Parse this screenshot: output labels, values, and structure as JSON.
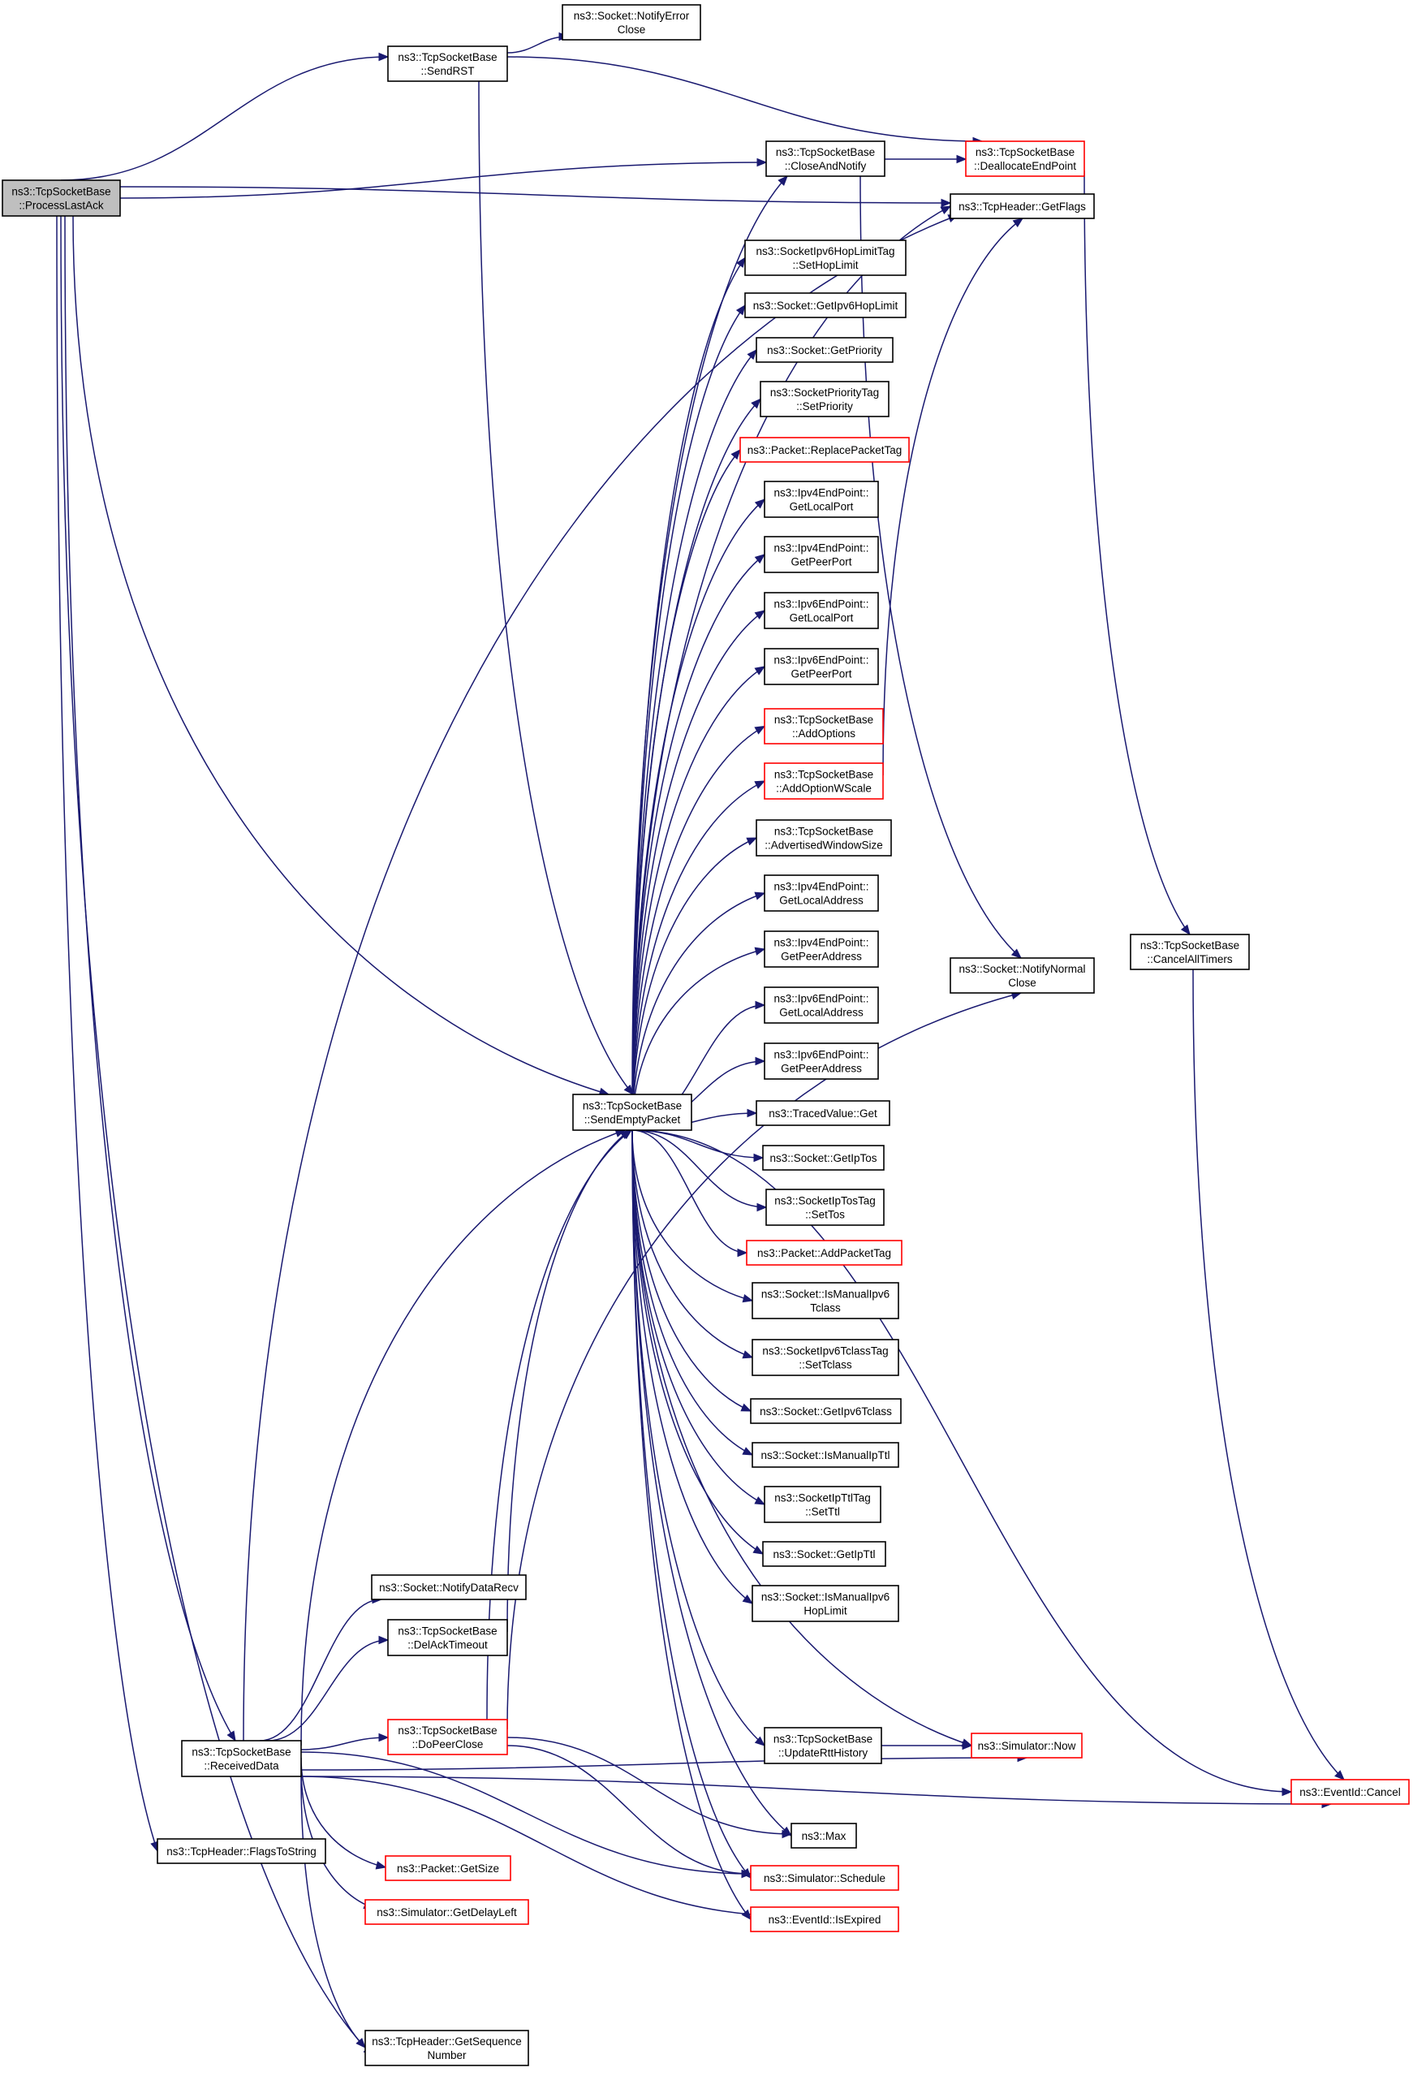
{
  "colors": {
    "edge": "#191970",
    "node_border": "#000000",
    "node_border_truncated": "#ff0000",
    "focus_fill": "#bfbfbf",
    "node_fill": "#ffffff"
  },
  "nodes": [
    {
      "id": "process_last_ack",
      "lines": [
        "ns3::TcpSocketBase",
        "::ProcessLastAck"
      ],
      "style": "focus"
    },
    {
      "id": "send_rst",
      "lines": [
        "ns3::TcpSocketBase",
        "::SendRST"
      ],
      "style": "normal"
    },
    {
      "id": "notify_error_close",
      "lines": [
        "ns3::Socket::NotifyError",
        "Close"
      ],
      "style": "normal"
    },
    {
      "id": "deallocate_end_point",
      "lines": [
        "ns3::TcpSocketBase",
        "::DeallocateEndPoint"
      ],
      "style": "truncated"
    },
    {
      "id": "close_and_notify",
      "lines": [
        "ns3::TcpSocketBase",
        "::CloseAndNotify"
      ],
      "style": "normal"
    },
    {
      "id": "tcp_header_get_flags",
      "lines": [
        "ns3::TcpHeader::GetFlags"
      ],
      "style": "normal"
    },
    {
      "id": "set_hop_limit",
      "lines": [
        "ns3::SocketIpv6HopLimitTag",
        "::SetHopLimit"
      ],
      "style": "normal"
    },
    {
      "id": "get_ipv6_hop_limit",
      "lines": [
        "ns3::Socket::GetIpv6HopLimit"
      ],
      "style": "normal"
    },
    {
      "id": "get_priority",
      "lines": [
        "ns3::Socket::GetPriority"
      ],
      "style": "normal"
    },
    {
      "id": "priority_tag_set_priority",
      "lines": [
        "ns3::SocketPriorityTag",
        "::SetPriority"
      ],
      "style": "normal"
    },
    {
      "id": "replace_packet_tag",
      "lines": [
        "ns3::Packet::ReplacePacketTag"
      ],
      "style": "truncated"
    },
    {
      "id": "ipv4_get_local_port",
      "lines": [
        "ns3::Ipv4EndPoint::",
        "GetLocalPort"
      ],
      "style": "normal"
    },
    {
      "id": "ipv4_get_peer_port",
      "lines": [
        "ns3::Ipv4EndPoint::",
        "GetPeerPort"
      ],
      "style": "normal"
    },
    {
      "id": "ipv6_get_local_port",
      "lines": [
        "ns3::Ipv6EndPoint::",
        "GetLocalPort"
      ],
      "style": "normal"
    },
    {
      "id": "ipv6_get_peer_port",
      "lines": [
        "ns3::Ipv6EndPoint::",
        "GetPeerPort"
      ],
      "style": "normal"
    },
    {
      "id": "add_options",
      "lines": [
        "ns3::TcpSocketBase",
        "::AddOptions"
      ],
      "style": "truncated"
    },
    {
      "id": "add_option_wscale",
      "lines": [
        "ns3::TcpSocketBase",
        "::AddOptionWScale"
      ],
      "style": "truncated"
    },
    {
      "id": "advertised_window_size",
      "lines": [
        "ns3::TcpSocketBase",
        "::AdvertisedWindowSize"
      ],
      "style": "normal"
    },
    {
      "id": "ipv4_get_local_address",
      "lines": [
        "ns3::Ipv4EndPoint::",
        "GetLocalAddress"
      ],
      "style": "normal"
    },
    {
      "id": "ipv4_get_peer_address",
      "lines": [
        "ns3::Ipv4EndPoint::",
        "GetPeerAddress"
      ],
      "style": "normal"
    },
    {
      "id": "ipv6_get_local_address",
      "lines": [
        "ns3::Ipv6EndPoint::",
        "GetLocalAddress"
      ],
      "style": "normal"
    },
    {
      "id": "ipv6_get_peer_address",
      "lines": [
        "ns3::Ipv6EndPoint::",
        "GetPeerAddress"
      ],
      "style": "normal"
    },
    {
      "id": "send_empty_packet",
      "lines": [
        "ns3::TcpSocketBase",
        "::SendEmptyPacket"
      ],
      "style": "normal"
    },
    {
      "id": "traced_value_get",
      "lines": [
        "ns3::TracedValue::Get"
      ],
      "style": "normal"
    },
    {
      "id": "get_ip_tos",
      "lines": [
        "ns3::Socket::GetIpTos"
      ],
      "style": "normal"
    },
    {
      "id": "ip_tos_tag_set_tos",
      "lines": [
        "ns3::SocketIpTosTag",
        "::SetTos"
      ],
      "style": "normal"
    },
    {
      "id": "add_packet_tag",
      "lines": [
        "ns3::Packet::AddPacketTag"
      ],
      "style": "truncated"
    },
    {
      "id": "is_manual_ipv6_tclass",
      "lines": [
        "ns3::Socket::IsManualIpv6",
        "Tclass"
      ],
      "style": "normal"
    },
    {
      "id": "tclass_tag_set_tclass",
      "lines": [
        "ns3::SocketIpv6TclassTag",
        "::SetTclass"
      ],
      "style": "normal"
    },
    {
      "id": "get_ipv6_tclass",
      "lines": [
        "ns3::Socket::GetIpv6Tclass"
      ],
      "style": "normal"
    },
    {
      "id": "is_manual_ip_ttl",
      "lines": [
        "ns3::Socket::IsManualIpTtl"
      ],
      "style": "normal"
    },
    {
      "id": "ip_ttl_tag_set_ttl",
      "lines": [
        "ns3::SocketIpTtlTag",
        "::SetTtl"
      ],
      "style": "normal"
    },
    {
      "id": "get_ip_ttl",
      "lines": [
        "ns3::Socket::GetIpTtl"
      ],
      "style": "normal"
    },
    {
      "id": "is_manual_ipv6_hop_limit",
      "lines": [
        "ns3::Socket::IsManualIpv6",
        "HopLimit"
      ],
      "style": "normal"
    },
    {
      "id": "notify_normal_close",
      "lines": [
        "ns3::Socket::NotifyNormal",
        "Close"
      ],
      "style": "normal"
    },
    {
      "id": "cancel_all_timers",
      "lines": [
        "ns3::TcpSocketBase",
        "::CancelAllTimers"
      ],
      "style": "normal"
    },
    {
      "id": "notify_data_recv",
      "lines": [
        "ns3::Socket::NotifyDataRecv"
      ],
      "style": "normal"
    },
    {
      "id": "del_ack_timeout",
      "lines": [
        "ns3::TcpSocketBase",
        "::DelAckTimeout"
      ],
      "style": "normal"
    },
    {
      "id": "received_data",
      "lines": [
        "ns3::TcpSocketBase",
        "::ReceivedData"
      ],
      "style": "normal"
    },
    {
      "id": "do_peer_close",
      "lines": [
        "ns3::TcpSocketBase",
        "::DoPeerClose"
      ],
      "style": "truncated"
    },
    {
      "id": "update_rtt_history",
      "lines": [
        "ns3::TcpSocketBase",
        "::UpdateRttHistory"
      ],
      "style": "normal"
    },
    {
      "id": "simulator_now",
      "lines": [
        "ns3::Simulator::Now"
      ],
      "style": "truncated"
    },
    {
      "id": "event_id_cancel",
      "lines": [
        "ns3::EventId::Cancel"
      ],
      "style": "truncated"
    },
    {
      "id": "max",
      "lines": [
        "ns3::Max"
      ],
      "style": "normal"
    },
    {
      "id": "flags_to_string",
      "lines": [
        "ns3::TcpHeader::FlagsToString"
      ],
      "style": "normal"
    },
    {
      "id": "packet_get_size",
      "lines": [
        "ns3::Packet::GetSize"
      ],
      "style": "truncated"
    },
    {
      "id": "simulator_schedule",
      "lines": [
        "ns3::Simulator::Schedule"
      ],
      "style": "truncated"
    },
    {
      "id": "get_delay_left",
      "lines": [
        "ns3::Simulator::GetDelayLeft"
      ],
      "style": "truncated"
    },
    {
      "id": "is_expired",
      "lines": [
        "ns3::EventId::IsExpired"
      ],
      "style": "truncated"
    },
    {
      "id": "get_sequence_number",
      "lines": [
        "ns3::TcpHeader::GetSequence",
        "Number"
      ],
      "style": "normal"
    }
  ],
  "edges": [
    [
      "process_last_ack",
      "send_rst"
    ],
    [
      "process_last_ack",
      "tcp_header_get_flags"
    ],
    [
      "process_last_ack",
      "close_and_notify"
    ],
    [
      "process_last_ack",
      "send_empty_packet"
    ],
    [
      "process_last_ack",
      "received_data"
    ],
    [
      "process_last_ack",
      "flags_to_string"
    ],
    [
      "process_last_ack",
      "get_sequence_number"
    ],
    [
      "send_rst",
      "notify_error_close"
    ],
    [
      "send_rst",
      "deallocate_end_point"
    ],
    [
      "send_rst",
      "send_empty_packet"
    ],
    [
      "close_and_notify",
      "deallocate_end_point"
    ],
    [
      "close_and_notify",
      "notify_normal_close"
    ],
    [
      "deallocate_end_point",
      "cancel_all_timers"
    ],
    [
      "cancel_all_timers",
      "event_id_cancel"
    ],
    [
      "add_option_wscale",
      "tcp_header_get_flags"
    ],
    [
      "send_empty_packet",
      "close_and_notify"
    ],
    [
      "send_empty_packet",
      "tcp_header_get_flags"
    ],
    [
      "send_empty_packet",
      "set_hop_limit"
    ],
    [
      "send_empty_packet",
      "get_ipv6_hop_limit"
    ],
    [
      "send_empty_packet",
      "get_priority"
    ],
    [
      "send_empty_packet",
      "priority_tag_set_priority"
    ],
    [
      "send_empty_packet",
      "replace_packet_tag"
    ],
    [
      "send_empty_packet",
      "ipv4_get_local_port"
    ],
    [
      "send_empty_packet",
      "ipv4_get_peer_port"
    ],
    [
      "send_empty_packet",
      "ipv6_get_local_port"
    ],
    [
      "send_empty_packet",
      "ipv6_get_peer_port"
    ],
    [
      "send_empty_packet",
      "add_options"
    ],
    [
      "send_empty_packet",
      "add_option_wscale"
    ],
    [
      "send_empty_packet",
      "advertised_window_size"
    ],
    [
      "send_empty_packet",
      "ipv4_get_local_address"
    ],
    [
      "send_empty_packet",
      "ipv4_get_peer_address"
    ],
    [
      "send_empty_packet",
      "ipv6_get_local_address"
    ],
    [
      "send_empty_packet",
      "ipv6_get_peer_address"
    ],
    [
      "send_empty_packet",
      "traced_value_get"
    ],
    [
      "send_empty_packet",
      "get_ip_tos"
    ],
    [
      "send_empty_packet",
      "ip_tos_tag_set_tos"
    ],
    [
      "send_empty_packet",
      "add_packet_tag"
    ],
    [
      "send_empty_packet",
      "is_manual_ipv6_tclass"
    ],
    [
      "send_empty_packet",
      "tclass_tag_set_tclass"
    ],
    [
      "send_empty_packet",
      "get_ipv6_tclass"
    ],
    [
      "send_empty_packet",
      "is_manual_ip_ttl"
    ],
    [
      "send_empty_packet",
      "ip_ttl_tag_set_ttl"
    ],
    [
      "send_empty_packet",
      "get_ip_ttl"
    ],
    [
      "send_empty_packet",
      "is_manual_ipv6_hop_limit"
    ],
    [
      "send_empty_packet",
      "update_rtt_history"
    ],
    [
      "send_empty_packet",
      "simulator_now"
    ],
    [
      "send_empty_packet",
      "event_id_cancel"
    ],
    [
      "send_empty_packet",
      "max"
    ],
    [
      "send_empty_packet",
      "simulator_schedule"
    ],
    [
      "send_empty_packet",
      "is_expired"
    ],
    [
      "update_rtt_history",
      "simulator_now"
    ],
    [
      "received_data",
      "notify_data_recv"
    ],
    [
      "received_data",
      "del_ack_timeout"
    ],
    [
      "received_data",
      "do_peer_close"
    ],
    [
      "received_data",
      "tcp_header_get_flags"
    ],
    [
      "received_data",
      "send_empty_packet"
    ],
    [
      "received_data",
      "packet_get_size"
    ],
    [
      "received_data",
      "get_delay_left"
    ],
    [
      "received_data",
      "simulator_schedule"
    ],
    [
      "received_data",
      "is_expired"
    ],
    [
      "received_data",
      "simulator_now"
    ],
    [
      "received_data",
      "event_id_cancel"
    ],
    [
      "received_data",
      "get_sequence_number"
    ],
    [
      "del_ack_timeout",
      "send_empty_packet"
    ],
    [
      "do_peer_close",
      "notify_normal_close"
    ],
    [
      "do_peer_close",
      "send_empty_packet"
    ],
    [
      "do_peer_close",
      "max"
    ],
    [
      "do_peer_close",
      "simulator_schedule"
    ]
  ]
}
